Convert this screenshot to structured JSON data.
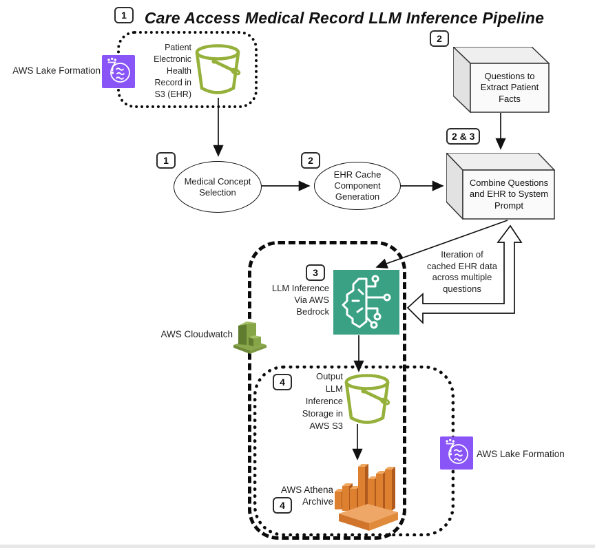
{
  "title": "Care Access Medical Record LLM Inference Pipeline",
  "colors": {
    "lake_formation_purple": "#8a55f7",
    "s3_green": "#96b13b",
    "bedrock_teal": "#3aa184",
    "cloudwatch_green": "#86a546",
    "athena_orange": "#dd8130",
    "line_black": "#111111"
  },
  "icons": [
    "aws-lake-formation-icon",
    "s3-bucket-icon",
    "aws-bedrock-icon",
    "aws-cloudwatch-icon",
    "aws-athena-icon"
  ],
  "badges": {
    "step1_top": "1",
    "step2_top": "2",
    "steps_2_3": "2 & 3",
    "step1_mid": "1",
    "step2_mid": "2",
    "step3": "3",
    "step4_output": "4",
    "step4_athena": "4"
  },
  "nodes": {
    "lake_formation_top": {
      "label": "AWS Lake Formation"
    },
    "ehr_bucket": {
      "label": "Patient\nElectronic\nHealth\nRecord in\nS3 (EHR)"
    },
    "questions_box": {
      "label": "Questions to\nExtract Patient\nFacts"
    },
    "medical_concept": {
      "label": "Medical Concept\nSelection"
    },
    "ehr_cache": {
      "label": "EHR Cache\nComponent\nGeneration"
    },
    "combine_prompt": {
      "label": "Combine Questions\nand EHR to System\nPrompt"
    },
    "bedrock": {
      "label": "LLM Inference\nVia AWS\nBedrock"
    },
    "iteration_note": {
      "label": "Iteration of\ncached EHR data\nacross multiple\nquestions"
    },
    "cloudwatch": {
      "label": "AWS Cloudwatch"
    },
    "output_bucket": {
      "label": "Output\nLLM\nInference\nStorage in\nAWS S3"
    },
    "athena": {
      "label": "AWS Athena\nArchive"
    },
    "lake_formation_bottom": {
      "label": "AWS Lake Formation"
    }
  }
}
